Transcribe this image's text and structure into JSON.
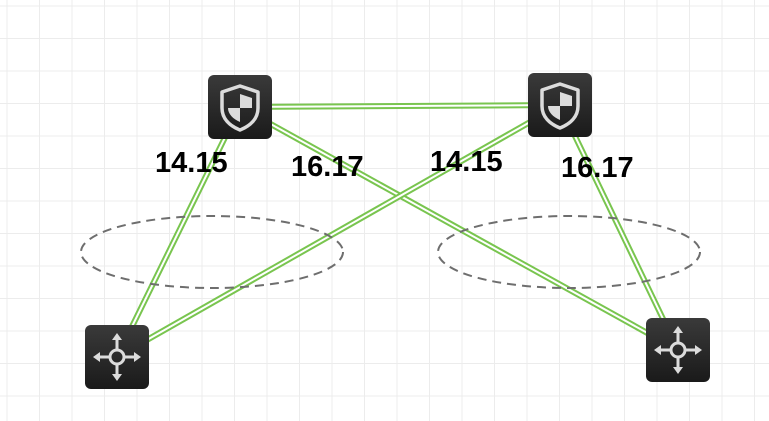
{
  "colors": {
    "background": "#ffffff",
    "grid": "#ececec",
    "link_outer": "#79c54f",
    "link_inner": "#ffffff",
    "zone_stroke": "#6e6e6e",
    "device_bg": "#1a1a1a",
    "device_icon": "#dcdcdc"
  },
  "nodes": [
    {
      "id": "fw-left",
      "kind": "firewall",
      "icon": "shield-icon"
    },
    {
      "id": "fw-right",
      "kind": "firewall",
      "icon": "shield-icon"
    },
    {
      "id": "sw-left",
      "kind": "router",
      "icon": "arrows-cross-icon"
    },
    {
      "id": "sw-right",
      "kind": "router",
      "icon": "arrows-cross-icon"
    }
  ],
  "links": [
    {
      "from": "fw-left",
      "to": "fw-right"
    },
    {
      "from": "fw-left",
      "to": "sw-left"
    },
    {
      "from": "fw-left",
      "to": "sw-right"
    },
    {
      "from": "fw-right",
      "to": "sw-left"
    },
    {
      "from": "fw-right",
      "to": "sw-right"
    }
  ],
  "zones": [
    {
      "id": "zone-left",
      "style": "dashed-ellipse"
    },
    {
      "id": "zone-right",
      "style": "dashed-ellipse"
    }
  ],
  "labels": [
    {
      "id": "label-1",
      "text": "14.15"
    },
    {
      "id": "label-2",
      "text": "16.17"
    },
    {
      "id": "label-3",
      "text": "14.15"
    },
    {
      "id": "label-4",
      "text": "16.17"
    }
  ]
}
